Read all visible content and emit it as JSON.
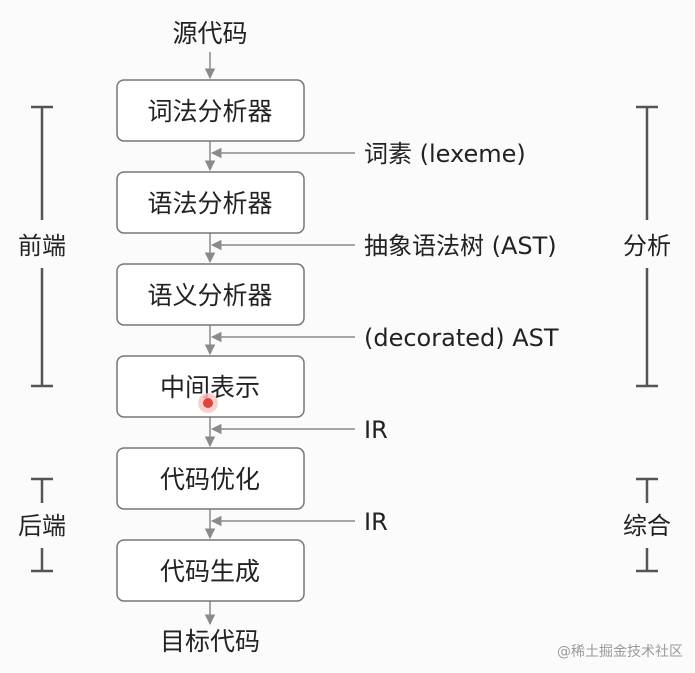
{
  "diagram": {
    "source": "源代码",
    "target": "目标代码",
    "stages": [
      {
        "name": "lexer",
        "label": "词法分析器"
      },
      {
        "name": "parser",
        "label": "语法分析器"
      },
      {
        "name": "semantic-analyzer",
        "label": "语义分析器"
      },
      {
        "name": "intermediate-representation",
        "label": "中间表示"
      },
      {
        "name": "code-optimization",
        "label": "代码优化"
      },
      {
        "name": "code-generation",
        "label": "代码生成"
      }
    ],
    "outputs": [
      {
        "name": "lexeme",
        "label": "词素 (lexeme)"
      },
      {
        "name": "ast",
        "label": "抽象语法树 (AST)"
      },
      {
        "name": "decorated-ast",
        "label": "(decorated) AST"
      },
      {
        "name": "ir-1",
        "label": "IR"
      },
      {
        "name": "ir-2",
        "label": "IR"
      }
    ],
    "left_groups": [
      {
        "name": "frontend",
        "label": "前端"
      },
      {
        "name": "backend",
        "label": "后端"
      }
    ],
    "right_groups": [
      {
        "name": "analysis",
        "label": "分析"
      },
      {
        "name": "synthesis",
        "label": "综合"
      }
    ]
  },
  "watermark": "@稀土掘金技术社区",
  "colors": {
    "box_stroke": "#777777",
    "line": "#8a8a8a",
    "bracket": "#555555",
    "cursor_dot": "#e0443c",
    "cursor_halo": "#f7c6c2"
  }
}
